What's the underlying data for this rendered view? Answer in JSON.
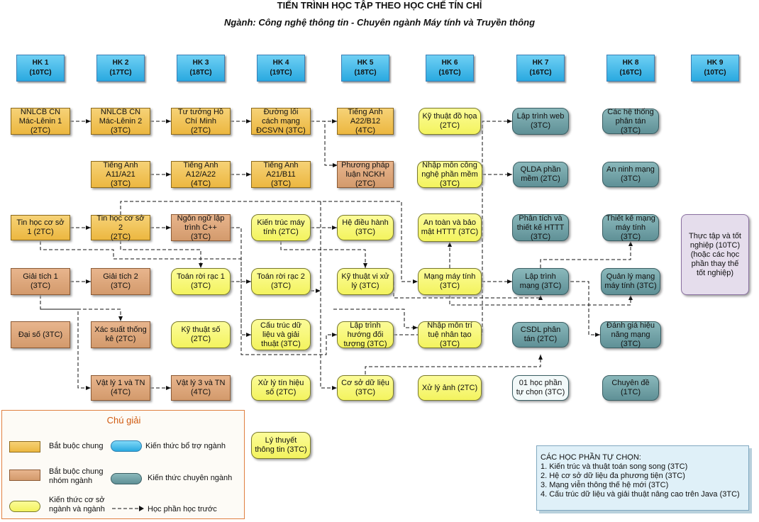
{
  "title": "TIẾN TRÌNH HỌC TẬP THEO HỌC CHẾ TÍN CHỈ",
  "subtitle": "Ngành: Công nghệ thông tin - Chuyên ngành Máy tính và Truyền thông",
  "semesters": [
    {
      "name": "HK 1",
      "credits": "(10TC)"
    },
    {
      "name": "HK 2",
      "credits": "(17TC)"
    },
    {
      "name": "HK 3",
      "credits": "(18TC)"
    },
    {
      "name": "HK 4",
      "credits": "(19TC)"
    },
    {
      "name": "HK 5",
      "credits": "(18TC)"
    },
    {
      "name": "HK 6",
      "credits": "(16TC)"
    },
    {
      "name": "HK 7",
      "credits": "(16TC)"
    },
    {
      "name": "HK 8",
      "credits": "(16TC)"
    },
    {
      "name": "HK 9",
      "credits": "(10TC)"
    }
  ],
  "courses": [
    {
      "text": "NNLCB CN\nMác-Lênin 1\n(2TC)",
      "category": "chung"
    },
    {
      "text": "NNLCB CN\nMác-Lênin 2\n(3TC)",
      "category": "chung"
    },
    {
      "text": "Tư tưởng Hồ\nChí Minh\n(2TC)",
      "category": "chung"
    },
    {
      "text": "Đường lối\ncách mạng\nĐCSVN (3TC)",
      "category": "chung"
    },
    {
      "text": "Tiếng Anh\nA22/B12\n(4TC)",
      "category": "chung"
    },
    {
      "text": "Kỹ thuật đồ họa\n(2TC)",
      "category": "co-so"
    },
    {
      "text": "Lập trình web\n(3TC)",
      "category": "chuyen-nganh"
    },
    {
      "text": "Các hệ thống\nphân tán (3TC)",
      "category": "chuyen-nganh"
    },
    {
      "text": "Tiếng Anh\nA11/A21\n(3TC)",
      "category": "chung"
    },
    {
      "text": "Tiếng Anh\nA12/A22\n(4TC)",
      "category": "chung"
    },
    {
      "text": "Tiếng Anh\nA21/B11\n(3TC)",
      "category": "chung"
    },
    {
      "text": "Phương pháp\nluận NCKH\n(2TC)",
      "category": "nhom"
    },
    {
      "text": "Nhập môn công\nnghệ phần mềm\n(3TC)",
      "category": "co-so"
    },
    {
      "text": "QLDA phần\nmềm (2TC)",
      "category": "chuyen-nganh"
    },
    {
      "text": "An ninh mạng\n(3TC)",
      "category": "chuyen-nganh"
    },
    {
      "text": "Thực tập và tốt\nnghiệp (10TC)\n(hoặc các học\nphần thay thế\ntốt nghiệp)",
      "category": "thuc-tap"
    },
    {
      "text": "Tin học cơ sở\n1 (2TC)",
      "category": "chung"
    },
    {
      "text": "Tin học cơ sở 2\n(2TC)",
      "category": "chung"
    },
    {
      "text": "Ngôn ngữ lập\ntrình C++\n(3TC)",
      "category": "nhom"
    },
    {
      "text": "Kiến trúc máy\ntính (2TC)",
      "category": "co-so"
    },
    {
      "text": "Hệ điều hành\n(3TC)",
      "category": "co-so"
    },
    {
      "text": "An toàn và bảo\nmật HTTT (3TC)",
      "category": "co-so"
    },
    {
      "text": "Phân tích và\nthiết kế HTTT\n(3TC)",
      "category": "chuyen-nganh"
    },
    {
      "text": "Thiết kế mạng\nmáy tính (3TC)",
      "category": "chuyen-nganh"
    },
    {
      "text": "Giải tích 1\n(3TC)",
      "category": "nhom"
    },
    {
      "text": "Giải tích 2\n(3TC)",
      "category": "nhom"
    },
    {
      "text": "Toán rời rạc 1\n(3TC)",
      "category": "co-so"
    },
    {
      "text": "Toán rời rạc 2\n(3TC)",
      "category": "co-so"
    },
    {
      "text": "Kỹ thuật vi xử\nlý (3TC)",
      "category": "co-so"
    },
    {
      "text": "Mạng máy tính\n(3TC)",
      "category": "co-so"
    },
    {
      "text": "Lập trình\nmạng (3TC)",
      "category": "chuyen-nganh"
    },
    {
      "text": "Quản lý mạng\nmáy tính (3TC)",
      "category": "chuyen-nganh"
    },
    {
      "text": "Đại số (3TC)",
      "category": "nhom"
    },
    {
      "text": "Xác suất thống\nkê (2TC)",
      "category": "nhom"
    },
    {
      "text": "Kỹ thuật số\n(2TC)",
      "category": "co-so"
    },
    {
      "text": "Cấu trúc dữ\nliệu và giải\nthuật (3TC)",
      "category": "co-so"
    },
    {
      "text": "Lập trình\nhướng đối\ntượng (3TC)",
      "category": "co-so"
    },
    {
      "text": "Nhập môn trí\ntuệ nhân tạo\n(3TC)",
      "category": "co-so"
    },
    {
      "text": "CSDL phân\ntán (2TC)",
      "category": "chuyen-nganh"
    },
    {
      "text": "Đánh giá hiệu\nnăng mạng\n(3TC)",
      "category": "chuyen-nganh"
    },
    {
      "text": "Vật lý 1 và TN\n(4TC)",
      "category": "nhom"
    },
    {
      "text": "Vật lý 3 và TN\n(4TC)",
      "category": "nhom"
    },
    {
      "text": "Xử lý tín hiệu\nsố (2TC)",
      "category": "co-so"
    },
    {
      "text": "Cơ sở dữ liệu\n(3TC)",
      "category": "co-so"
    },
    {
      "text": "Xử lý ảnh (2TC)",
      "category": "co-so"
    },
    {
      "text": "01 học phần\ntự chọn (3TC)",
      "category": "tu-chon"
    },
    {
      "text": "Chuyên đề\n(1TC)",
      "category": "chuyen-nganh"
    },
    {
      "text": "Lý thuyết\nthông tin (3TC)",
      "category": "co-so"
    }
  ],
  "legend": {
    "title": "Chú giải",
    "bat_buoc_chung": "Bắt buộc chung",
    "bat_buoc_nhom": "Bắt buộc chung\nnhóm ngành",
    "kien_thuc_co_so": "Kiến thức cơ sở\nngành và ngành",
    "bo_tro": "Kiến thức bổ trợ ngành",
    "chuyen_nganh": "Kiến thức chuyên ngành",
    "hoc_truoc": "Học phần học trước"
  },
  "elective": {
    "title": "CÁC HỌC PHẦN TỰ CHỌN:",
    "items": [
      "1. Kiến trúc và thuật toán song song (3TC)",
      "2. Hệ cơ sở dữ liệu đa phương tiện (3TC)",
      "3. Mạng viễn thông thế hệ mới (3TC)",
      "4. Cấu trúc dữ liệu và giải thuật nâng cao trên Java (3TC)"
    ]
  },
  "colors": {
    "bat_buoc_chung": "#f0c050",
    "bat_buoc_nhom": "#dba57a",
    "co_so": "#f7f770",
    "bo_tro": "#40b8ea",
    "chuyen_nganh": "#6f9fa4",
    "legend_title": "#d05a10"
  }
}
